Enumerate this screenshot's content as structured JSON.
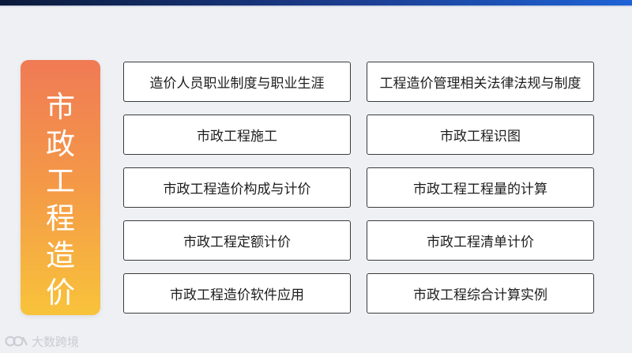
{
  "category": {
    "chars": [
      "市",
      "政",
      "工",
      "程",
      "造",
      "价"
    ]
  },
  "courses": {
    "left": [
      "造价人员职业制度与职业生涯",
      "市政工程施工",
      "市政工程造价构成与计价",
      "市政工程定额计价",
      "市政工程造价软件应用"
    ],
    "right": [
      "工程造价管理相关法律法规与制度",
      "市政工程识图",
      "市政工程工程量的计算",
      "市政工程清单计价",
      "市政工程综合计算实例"
    ]
  },
  "watermark": {
    "text": "大数跨境"
  },
  "colors": {
    "panel_top": "#f07a55",
    "panel_bottom": "#f8c33b",
    "top_bar": "#1c3d8f",
    "border": "#3a3a3a",
    "background": "#eef0f4"
  }
}
